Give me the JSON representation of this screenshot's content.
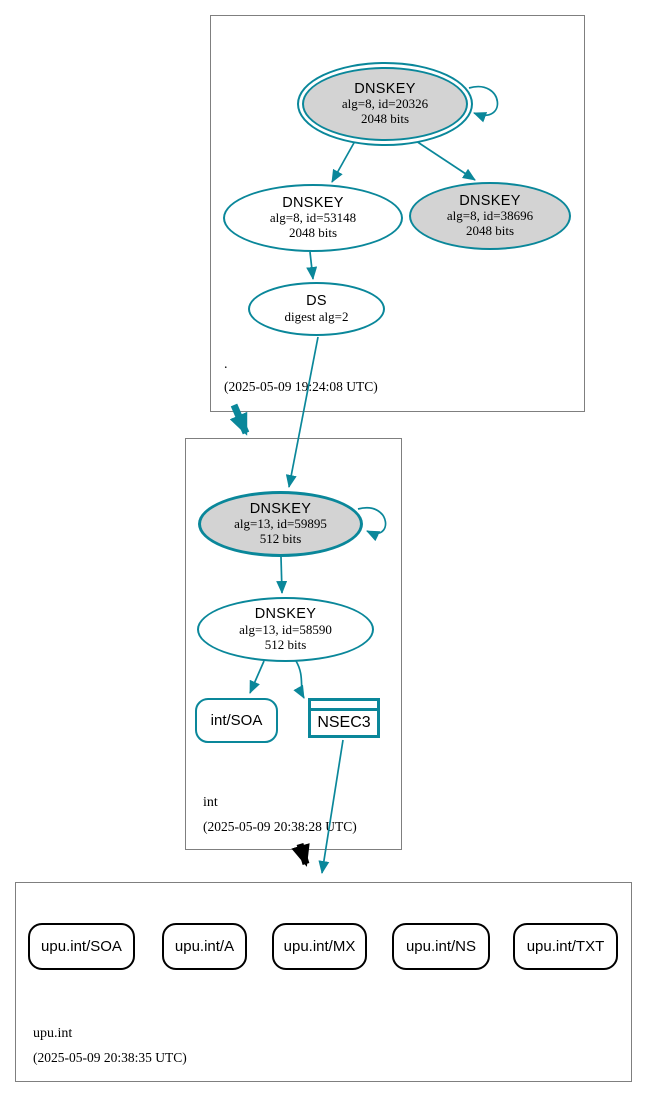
{
  "colors": {
    "secure_teal": "#0a879a",
    "node_fill_gray": "#d3d3d3",
    "box_border": "#7f7f7f",
    "insecure_black": "#000000"
  },
  "root_zone": {
    "label": ".",
    "timestamp": "(2025-05-09 19:24:08 UTC)",
    "ksk": {
      "title": "DNSKEY",
      "detail": "alg=8, id=20326",
      "bits": "2048 bits"
    },
    "zsk": {
      "title": "DNSKEY",
      "detail": "alg=8, id=53148",
      "bits": "2048 bits"
    },
    "dnskey3": {
      "title": "DNSKEY",
      "detail": "alg=8, id=38696",
      "bits": "2048 bits"
    },
    "ds": {
      "title": "DS",
      "detail": "digest alg=2"
    }
  },
  "int_zone": {
    "label": "int",
    "timestamp": "(2025-05-09 20:38:28 UTC)",
    "ksk": {
      "title": "DNSKEY",
      "detail": "alg=13, id=59895",
      "bits": "512 bits"
    },
    "zsk": {
      "title": "DNSKEY",
      "detail": "alg=13, id=58590",
      "bits": "512 bits"
    },
    "soa_label": "int/SOA",
    "nsec3_label": "NSEC3"
  },
  "upu_zone": {
    "label": "upu.int",
    "timestamp": "(2025-05-09 20:38:35 UTC)",
    "rrsets": [
      "upu.int/SOA",
      "upu.int/A",
      "upu.int/MX",
      "upu.int/NS",
      "upu.int/TXT"
    ]
  }
}
